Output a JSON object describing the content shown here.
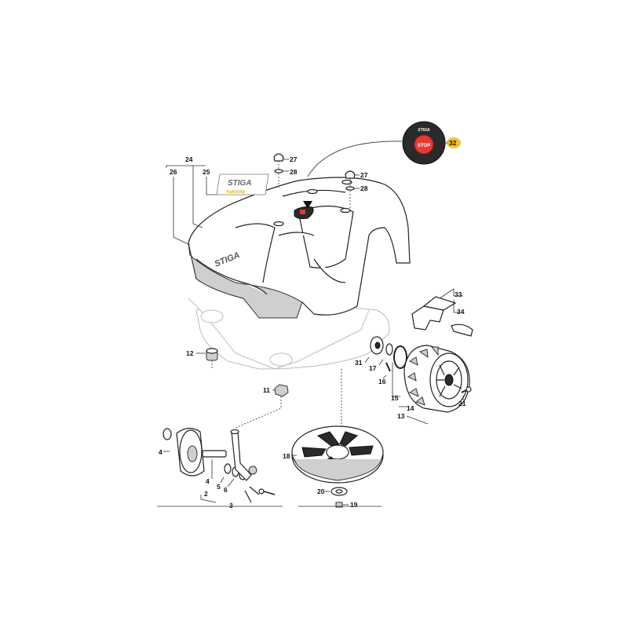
{
  "callouts": [
    {
      "id": "c32",
      "text": "32"
    },
    {
      "id": "c27a",
      "text": "27"
    },
    {
      "id": "c28a",
      "text": "28"
    },
    {
      "id": "c27b",
      "text": "27"
    },
    {
      "id": "c28b",
      "text": "28"
    },
    {
      "id": "c24",
      "text": "24"
    },
    {
      "id": "c25",
      "text": "25"
    },
    {
      "id": "c26",
      "text": "26"
    },
    {
      "id": "c33",
      "text": "33"
    },
    {
      "id": "c34",
      "text": "34"
    },
    {
      "id": "c12",
      "text": "12"
    },
    {
      "id": "c11",
      "text": "11"
    },
    {
      "id": "c31",
      "text": "31"
    },
    {
      "id": "c17",
      "text": "17"
    },
    {
      "id": "c16",
      "text": "16"
    },
    {
      "id": "c15",
      "text": "15"
    },
    {
      "id": "c14",
      "text": "14"
    },
    {
      "id": "c13",
      "text": "13"
    },
    {
      "id": "c18",
      "text": "18"
    },
    {
      "id": "c20",
      "text": "20"
    },
    {
      "id": "c21",
      "text": "21"
    },
    {
      "id": "c19",
      "text": "19"
    },
    {
      "id": "c4a",
      "text": "4"
    },
    {
      "id": "c4b",
      "text": "4"
    },
    {
      "id": "c5",
      "text": "5"
    },
    {
      "id": "c6",
      "text": "6"
    },
    {
      "id": "c2",
      "text": "2"
    },
    {
      "id": "c3",
      "text": "3"
    }
  ],
  "branding": {
    "stiga_logo": "STIGA",
    "autoclip_label": "Autoclip",
    "stop_label": "STOP"
  },
  "colors": {
    "callout_highlight": "#f2c230",
    "stop_red": "#e53935",
    "autoclip_yellow": "#e8b400"
  }
}
